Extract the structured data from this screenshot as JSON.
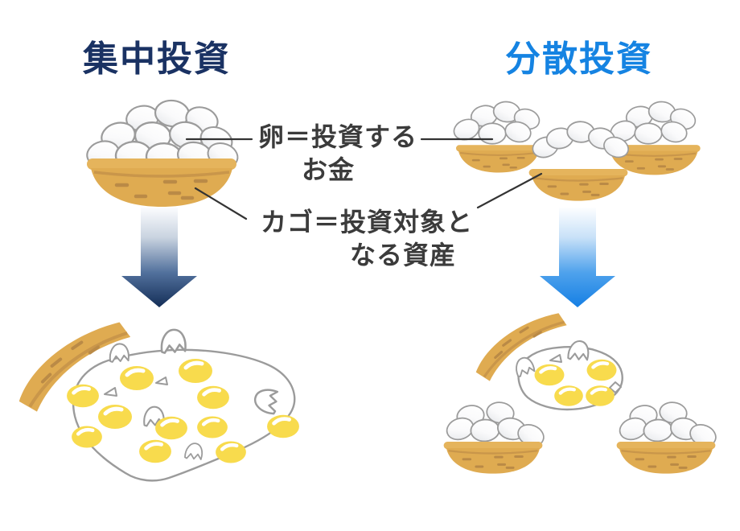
{
  "figure": {
    "background": "#FFFFFF",
    "left": {
      "title": "集中投資",
      "title_color": "#1A3263",
      "arrow_color_dark": "#142E57",
      "scene": "one-basket-all-eggs-then-all-broken"
    },
    "right": {
      "title": "分散投資",
      "title_color": "#1583E2",
      "arrow_color_dark": "#157FE4",
      "scene": "three-baskets-only-one-broken"
    },
    "annotations": {
      "egg": {
        "line1": "卵＝投資する",
        "line2": "お金"
      },
      "basket": {
        "line1": "カゴ＝投資対象と",
        "line2": "なる資産"
      }
    },
    "palette": {
      "basket": "#DFAB51",
      "basket_rim": "#E5B45C",
      "basket_line": "#C9964A",
      "basket_dash": "#BA8A46",
      "egg_outline": "#9B9B9B",
      "yolk": "#F8DB4D",
      "text": "#3B3B3B",
      "connector": "#333333"
    }
  }
}
